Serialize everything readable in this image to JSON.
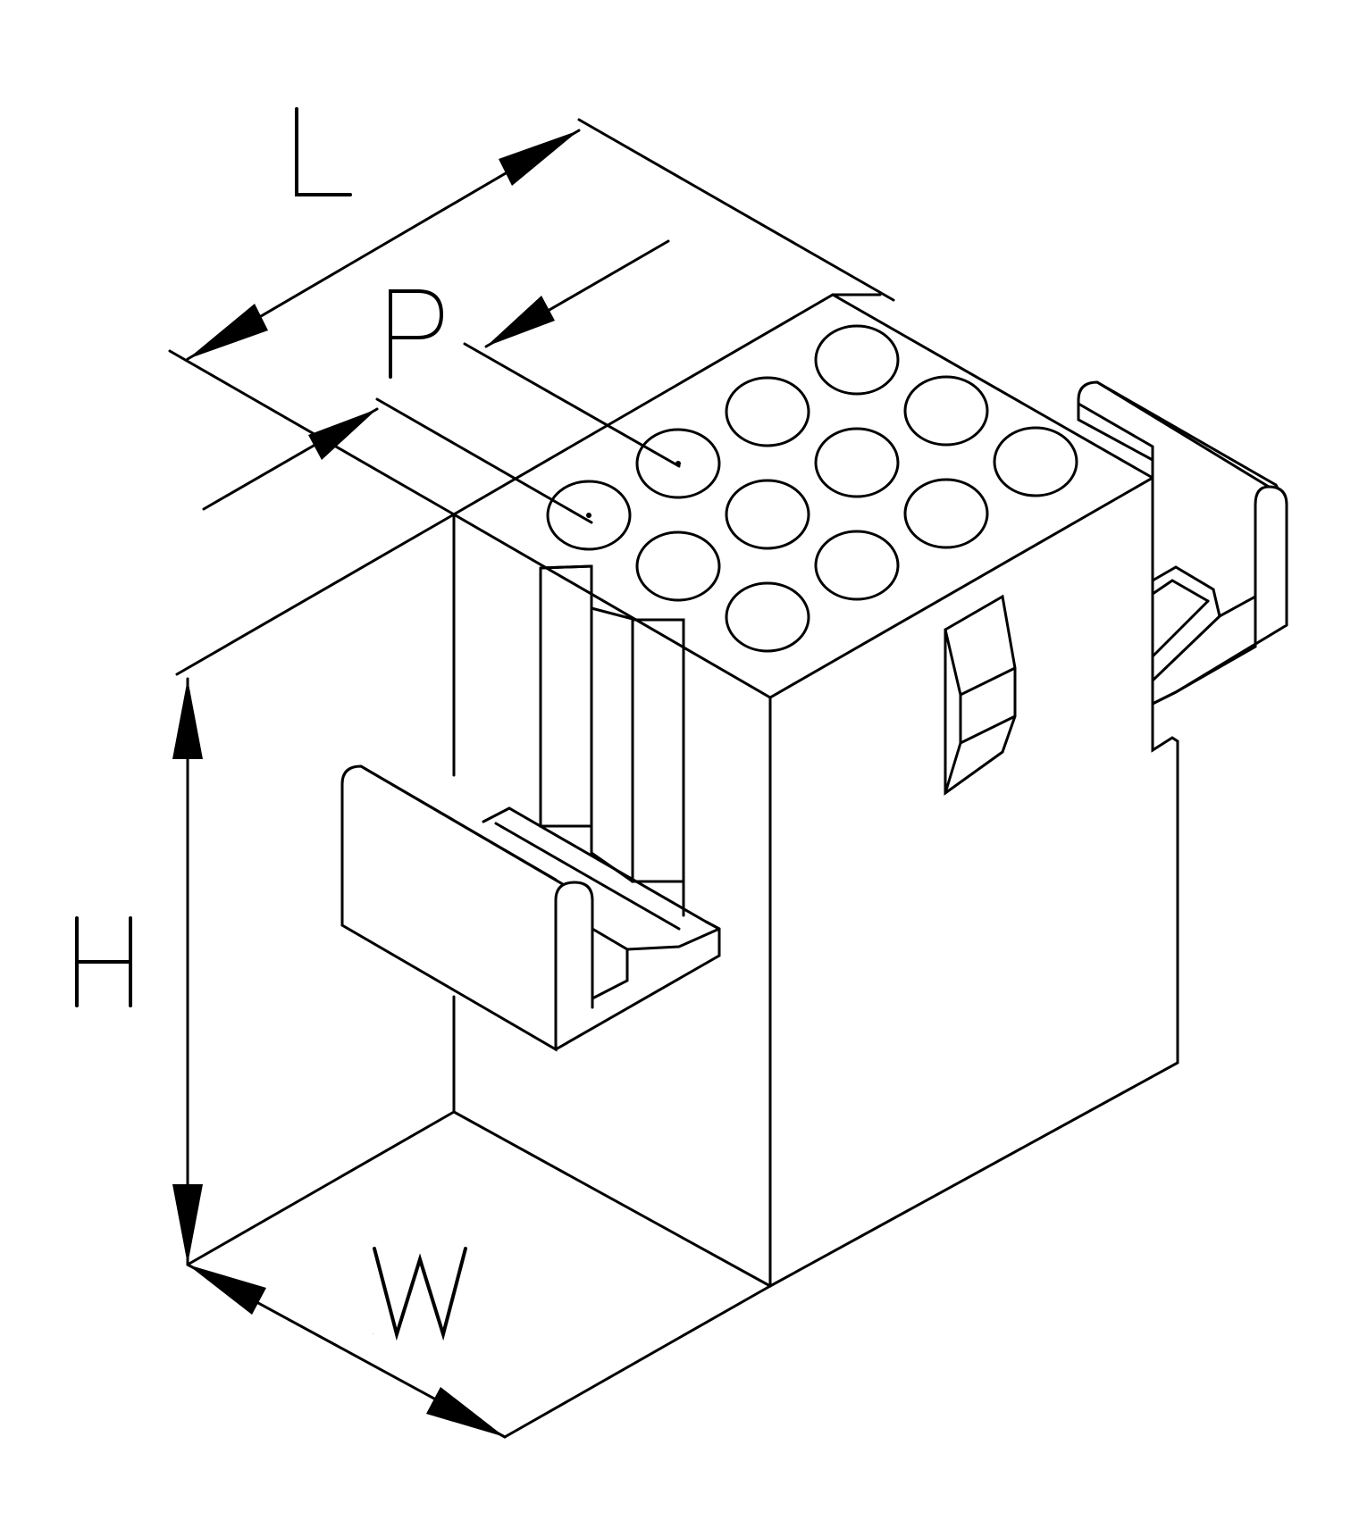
{
  "dimensions": {
    "length": "L",
    "pitch": "P",
    "height": "H",
    "width": "W"
  },
  "connector": {
    "cavity_rows": [
      3,
      3,
      3,
      3
    ],
    "cavity_count": 12
  },
  "colors": {
    "line": "#000000",
    "background": "#ffffff"
  }
}
